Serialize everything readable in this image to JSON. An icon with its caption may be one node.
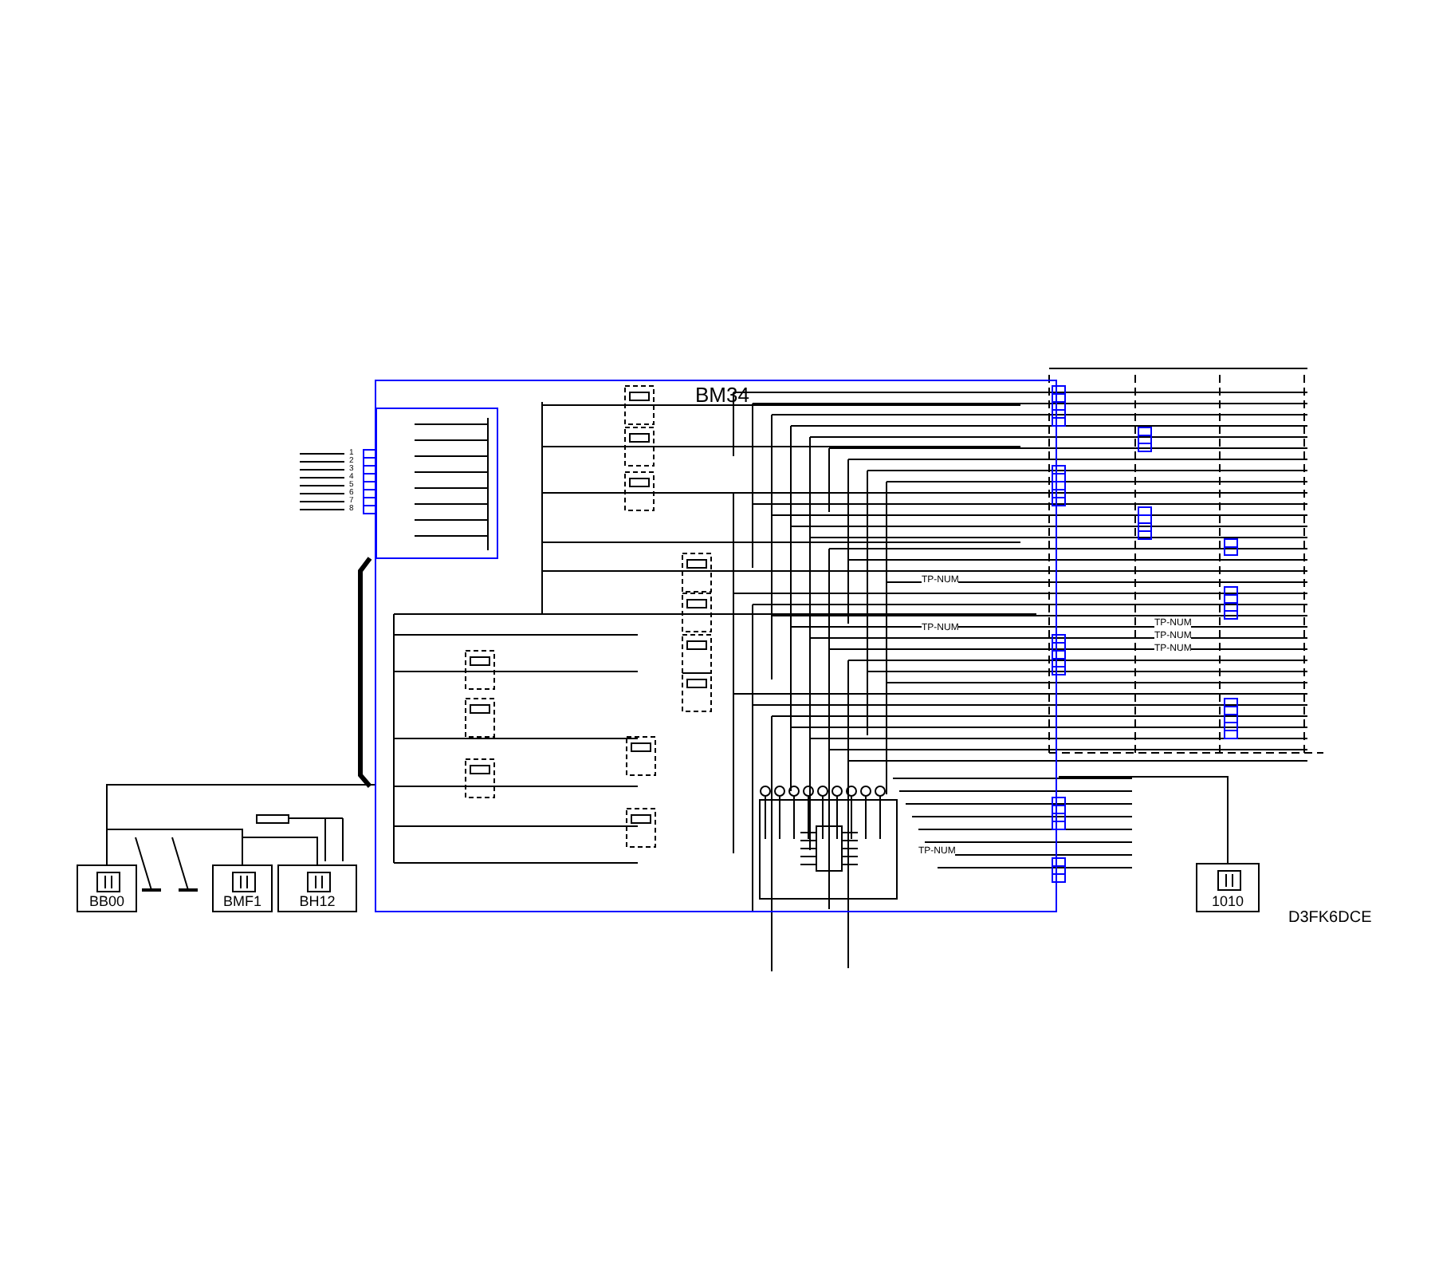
{
  "diagram": {
    "nodes": [
      {
        "text": [
          "BM34"
        ]
      },
      {
        "text": [
          "BB00"
        ]
      },
      {
        "text": [
          "BMF1"
        ]
      },
      {
        "text": [
          "BH12"
        ]
      },
      {
        "text": [
          "1010"
        ]
      },
      {
        "text": [],
        "shape": "box",
        "in": 0
      }
    ],
    "edges": [
      {
        "from": 1,
        "to": 0,
        "arrow": "none"
      },
      {
        "from": 1,
        "to": 2,
        "arrow": "none"
      },
      {
        "from": 3,
        "to": 2,
        "arrow": "none"
      },
      {
        "from": 4,
        "to": 0,
        "arrow": "none"
      }
    ],
    "labels": [
      "1",
      "2",
      "3",
      "4",
      "5",
      "6",
      "7",
      "8",
      "TP-NUM",
      "TP-NUM",
      "TP-NUM",
      "TP-NUM",
      "TP-NUM",
      "TP-NUM",
      "D3FK6DCE"
    ]
  }
}
